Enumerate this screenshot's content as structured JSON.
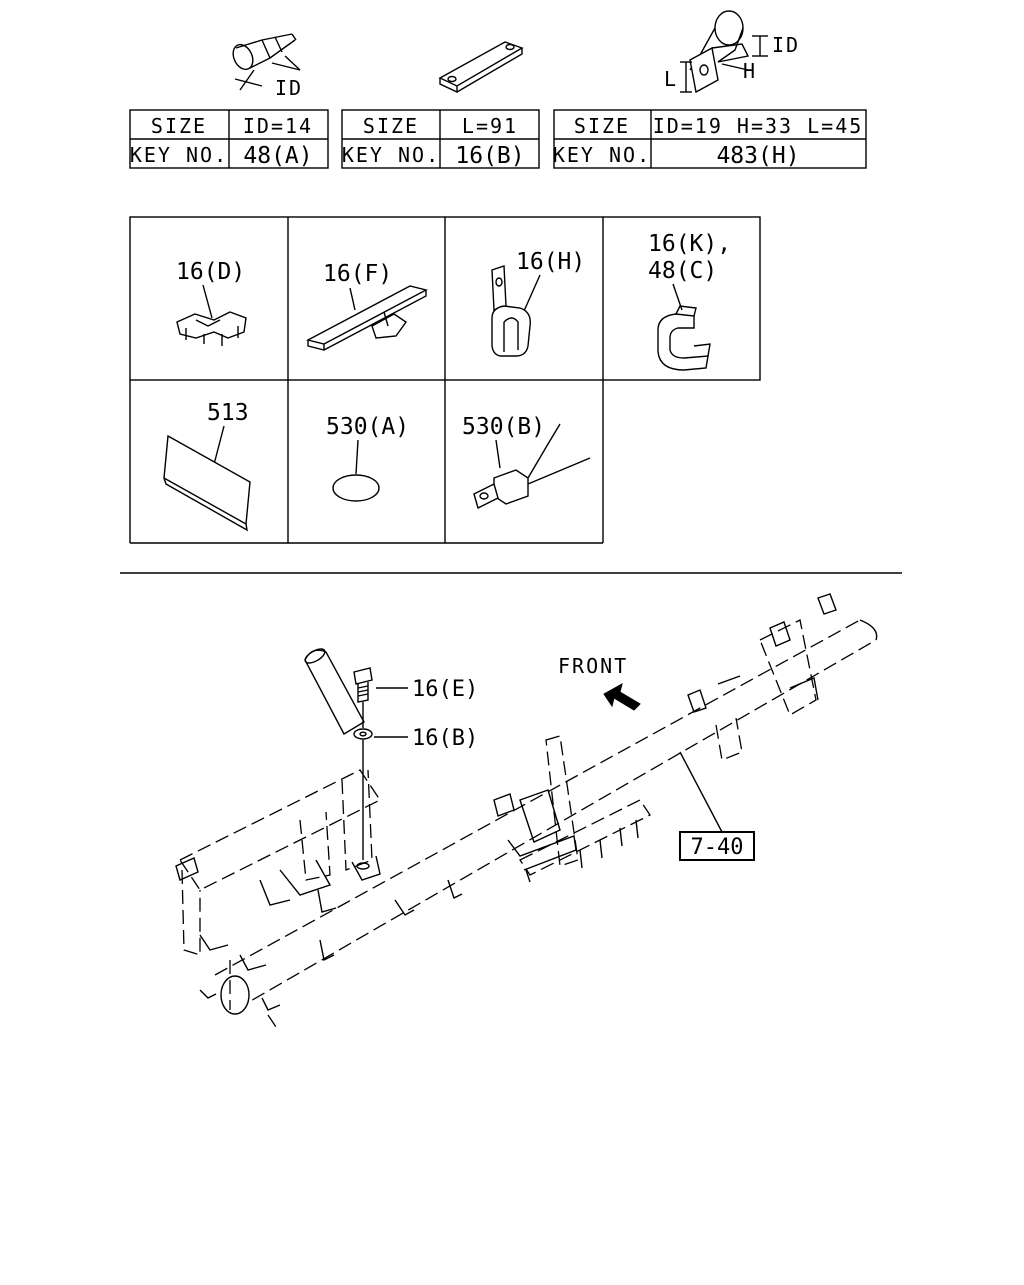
{
  "size_tables": [
    {
      "size_label": "SIZE",
      "size_value": "ID=14",
      "key_label": "KEY NO.",
      "key_value": "48(A)"
    },
    {
      "size_label": "SIZE",
      "size_value": "L=91",
      "key_label": "KEY NO.",
      "key_value": "16(B)"
    },
    {
      "size_label": "SIZE",
      "size_value": "ID=19 H=33 L=45",
      "key_label": "KEY NO.",
      "key_value": "483(H)"
    }
  ],
  "dimension_labels": {
    "clamp1_id": "ID",
    "clip3_id": "ID",
    "clip3_h": "H",
    "clip3_l": "L"
  },
  "parts_grid": {
    "row1": [
      "16(D)",
      "16(F)",
      "16(H)"
    ],
    "row1_cell4_line1": "16(K),",
    "row1_cell4_line2": "48(C)",
    "row2": [
      "513",
      "530(A)",
      "530(B)"
    ]
  },
  "main_diagram": {
    "front_label": "FRONT",
    "callout_bolt": "16(E)",
    "callout_washer": "16(B)",
    "ref_box": "7-40"
  }
}
